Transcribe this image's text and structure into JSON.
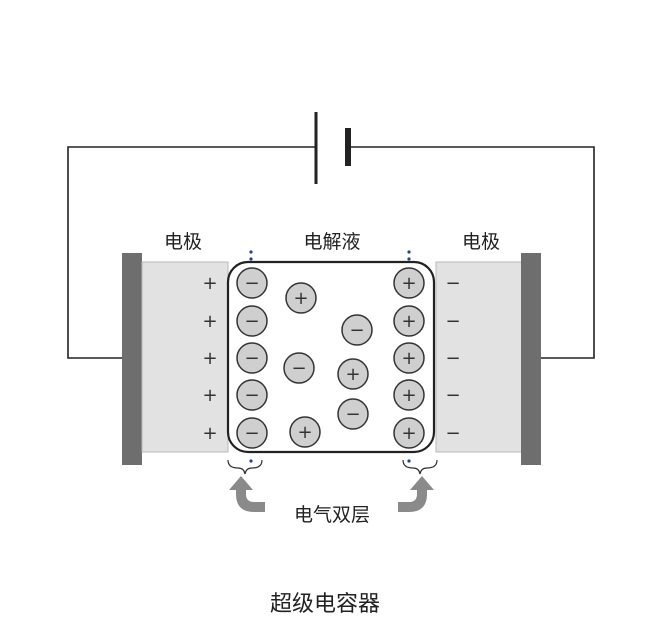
{
  "labels": {
    "electrode_left": "电极",
    "electrolyte": "电解液",
    "electrode_right": "电极",
    "double_layer": "电气双层",
    "title": "超级电容器"
  },
  "symbols": {
    "plus": "+",
    "minus": "−"
  },
  "electrode_left_charges": [
    "+",
    "+",
    "+",
    "+",
    "+"
  ],
  "electrode_right_charges": [
    "−",
    "−",
    "−",
    "−",
    "−"
  ],
  "left_layer_ions": [
    "−",
    "−",
    "−",
    "−",
    "−"
  ],
  "right_layer_ions": [
    "+",
    "+",
    "+",
    "+",
    "+"
  ],
  "free_ions": [
    "+",
    "−",
    "−",
    "+",
    "−",
    "+"
  ],
  "colors": {
    "collector": "#6e6e6e",
    "electrode_fill": "#e2e2e2",
    "ion_fill": "#cfcfcf",
    "wire": "#222222",
    "arrow": "#8a8a8a",
    "dots": "#2b3f8f"
  }
}
